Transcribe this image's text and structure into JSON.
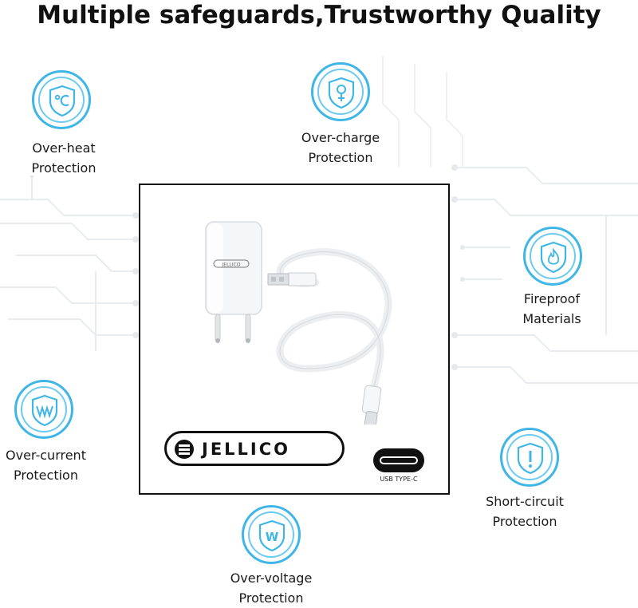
{
  "title": "Multiple safeguards,Trustworthy Quality",
  "accent_color": "#3fb6e6",
  "features": [
    {
      "id": "over-heat",
      "line1": "Over-heat",
      "line2": "Protection",
      "icon": "thermometer-celsius-icon"
    },
    {
      "id": "over-charge",
      "line1": "Over-charge",
      "line2": "Protection",
      "icon": "shield-female-icon"
    },
    {
      "id": "fireproof",
      "line1": "Fireproof",
      "line2": "Materials",
      "icon": "shield-flame-icon"
    },
    {
      "id": "over-current",
      "line1": "Over-current",
      "line2": "Protection",
      "icon": "shield-waveform-icon"
    },
    {
      "id": "short-circuit",
      "line1": "Short-circuit",
      "line2": "Protection",
      "icon": "shield-exclamation-icon"
    },
    {
      "id": "over-voltage",
      "line1": "Over-voltage",
      "line2": "Protection",
      "icon": "shield-w-icon"
    }
  ],
  "product": {
    "brand": "JELLICO",
    "port_label": "USB TYPE-C",
    "charger_logo": "JELLICO"
  }
}
